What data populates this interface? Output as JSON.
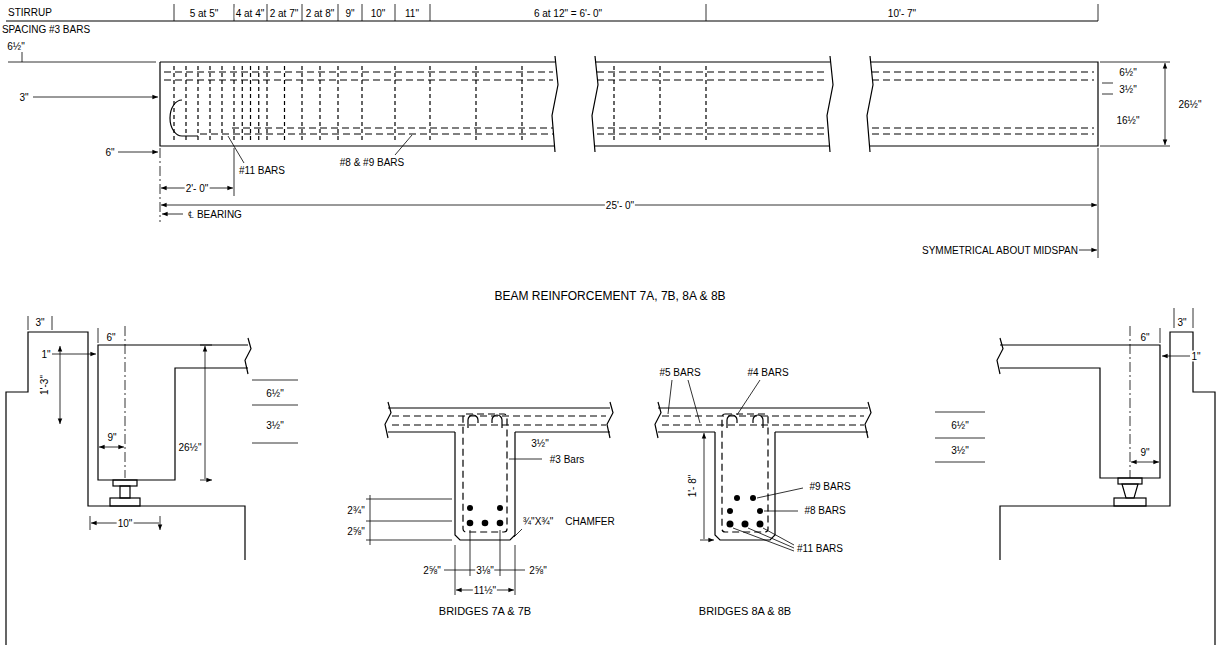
{
  "diagram": {
    "labels": [
      "STIRRUP",
      "SPACING #3 BARS",
      "5 at 5\"",
      "4 at 4\"",
      "2 at 7\"",
      "2 at 8\"",
      "9\"",
      "10\"",
      "11\"",
      "6 at 12\" = 6'- 0\"",
      "10'- 7\"",
      "6½\"",
      "3\"",
      "6\"",
      "2'- 0\"",
      "#11 BARS",
      "#8 & #9 BARS",
      "℄ BEARING",
      "25'- 0\"",
      "SYMMETRICAL ABOUT MIDSPAN",
      "6½\"",
      "3½\"",
      "26½\"",
      "16½\"",
      "BEAM REINFORCEMENT 7A, 7B, 8A & 8B",
      "3\"",
      "6\"",
      "1\"",
      "1'-3\"",
      "9\"",
      "26½\"",
      "10\"",
      "6½\"",
      "3½\"",
      "3½\"",
      "#3 Bars",
      "2¾\"",
      "2⅝\"",
      "¾\"X¾\"",
      "CHAMFER",
      "2⅝\"",
      "3⅛\"",
      "2⅝\"",
      "11½\"",
      "BRIDGES 7A & 7B",
      "#5 BARS",
      "#4 BARS",
      "1'- 8\"",
      "#9 BARS",
      "#8 BARS",
      "#11 BARS",
      "BRIDGES 8A & 8B",
      "6½\"",
      "3½\"",
      "6\"",
      "3\"",
      "1\"",
      "9\""
    ]
  }
}
